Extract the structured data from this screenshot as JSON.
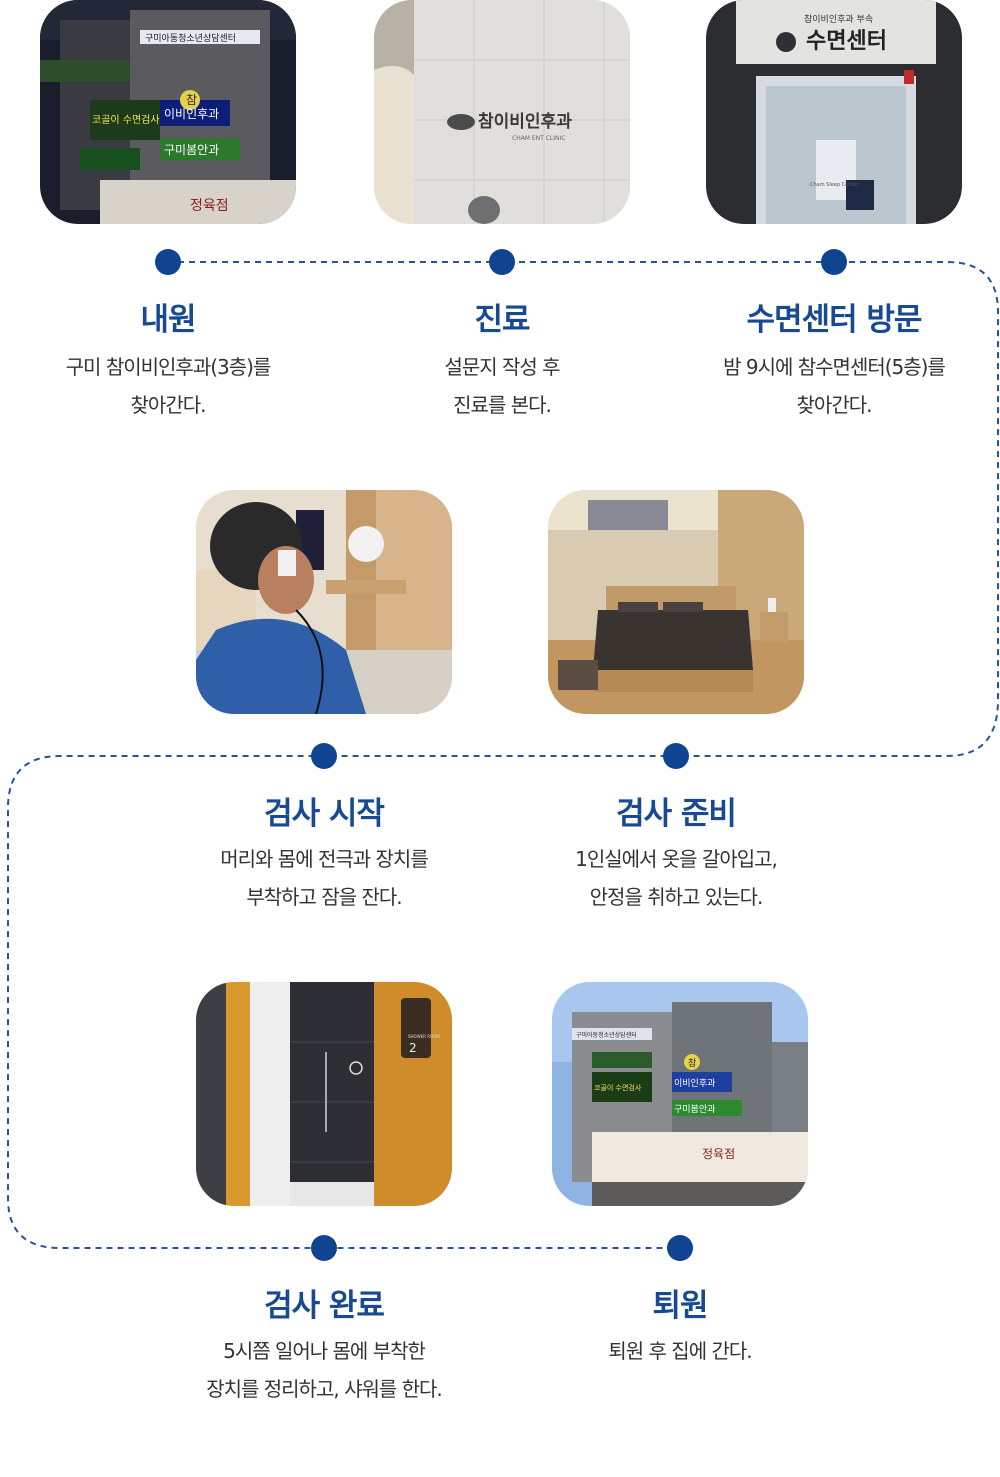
{
  "steps": [
    {
      "title": "내원",
      "desc": [
        "구미 참이비인후과(3층)를",
        "찾아간다."
      ],
      "photo": {
        "alt": "night-building-exterior",
        "signs": [
          "구미아동청소년상담센터",
          "코골이 수면검사",
          "이비인후과",
          "참",
          "구미봄안과",
          "정육점"
        ]
      }
    },
    {
      "title": "진료",
      "desc": [
        "설문지 작성 후",
        "진료를 본다."
      ],
      "photo": {
        "alt": "clinic-reception-wall",
        "signs": [
          "참이비인후과",
          "CHAM ENT CLINIC"
        ]
      }
    },
    {
      "title": "수면센터 방문",
      "desc": [
        "밤 9시에 참수면센터(5층)를",
        "찾아간다."
      ],
      "photo": {
        "alt": "sleep-center-entrance",
        "signs": [
          "참이비인후과 부속",
          "수면센터",
          "Cham Sleep Center"
        ]
      }
    },
    {
      "title": "검사 준비",
      "desc": [
        "1인실에서 옷을 갈아입고,",
        "안정을 취하고 있는다."
      ],
      "photo": {
        "alt": "single-bedroom"
      }
    },
    {
      "title": "검사 시작",
      "desc": [
        "머리와 몸에 전극과 장치를",
        "부착하고 잠을 잔다."
      ],
      "photo": {
        "alt": "patient-with-electrodes"
      }
    },
    {
      "title": "검사 완료",
      "desc": [
        "5시쯤 일어나 몸에 부착한",
        "장치를 정리하고, 샤워를 한다."
      ],
      "photo": {
        "alt": "shower-room",
        "signs": [
          "SHOWER ROOM",
          "2"
        ]
      }
    },
    {
      "title": "퇴원",
      "desc": [
        "퇴원 후 집에 간다."
      ],
      "photo": {
        "alt": "day-building-exterior",
        "signs": [
          "구미아동청소년상담센터",
          "코골이 수면검사",
          "이비인후과",
          "참",
          "구미봄안과",
          "정육점"
        ]
      }
    }
  ],
  "colors": {
    "accent": "#174a92",
    "dot": "#0f4590",
    "line": "#2a5396",
    "text": "#333333"
  }
}
